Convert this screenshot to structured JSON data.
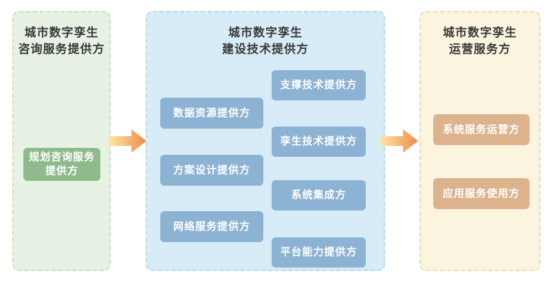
{
  "diagram": {
    "panels": [
      {
        "id": "consulting",
        "title_line1": "城市数字孪生",
        "title_line2": "咨询服务提供方",
        "node_line1": "规划咨询服务",
        "node_line2": "提供方"
      },
      {
        "id": "construction",
        "title_line1": "城市数字孪生",
        "title_line2": "建设技术提供方",
        "left_nodes": [
          "数据资源提供方",
          "方案设计提供方",
          "网络服务提供方"
        ],
        "right_nodes": [
          "支撑技术提供方",
          "孪生技术提供方",
          "系统集成方",
          "平台能力提供方"
        ]
      },
      {
        "id": "operation",
        "title_line1": "城市数字孪生",
        "title_line2": "运营服务方",
        "nodes": [
          "系统服务运营方",
          "应用服务使用方"
        ]
      }
    ]
  },
  "colors": {
    "canvas_bg": "#ffffff",
    "green_panel_bg": "#e7f2e5",
    "green_panel_border": "#c8e0c6",
    "green_node_bg": "#8fba8c",
    "blue_panel_bg": "#d8ecf8",
    "blue_panel_border": "#b7d9ec",
    "blue_node_bg": "#8cb2d4",
    "cream_panel_bg": "#fbf5e0",
    "cream_panel_border": "#e8dcba",
    "tan_node_bg": "#dcb38d",
    "title_text": "#3a3a3a",
    "node_text": "#ffffff",
    "arrow_start": "#fce7a6",
    "arrow_end": "#f08a48"
  }
}
